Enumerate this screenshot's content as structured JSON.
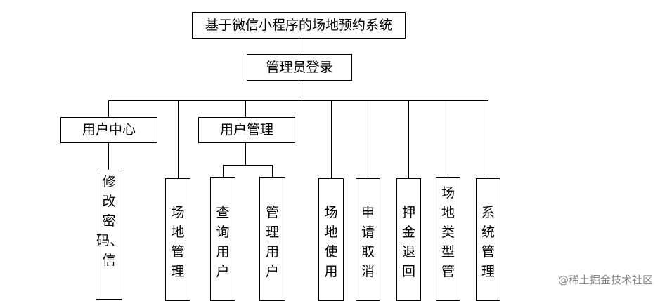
{
  "diagram": {
    "root": {
      "label": "基于微信小程序的场地预约系统"
    },
    "login": {
      "label": "管理员登录"
    },
    "groups": [
      {
        "label": "用户中心",
        "children": [
          "修改密码、信"
        ]
      },
      {
        "label": "用户管理",
        "children": [
          "查询用户",
          "管理用户"
        ]
      }
    ],
    "leaves": [
      "场地管理",
      "场地使用",
      "申请取消",
      "押金退回",
      "场地类型管",
      "系统管理"
    ]
  },
  "watermark": {
    "text": "@稀土掘金技术社区"
  }
}
